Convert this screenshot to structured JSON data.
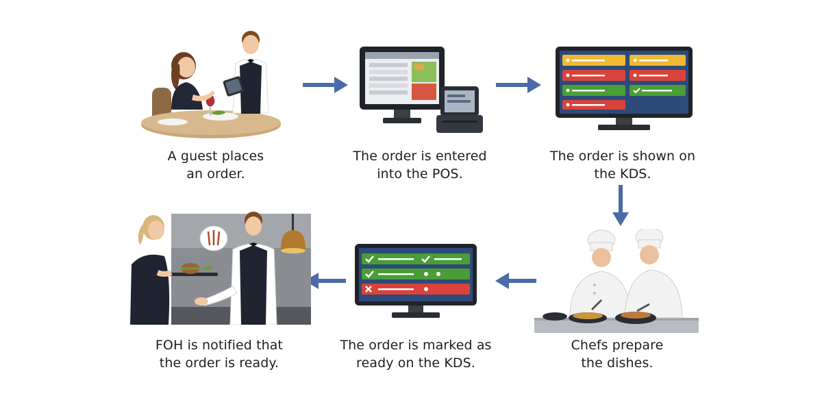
{
  "colors": {
    "arrow": "#4a6aa8",
    "kds_bg": "#2e4a7a",
    "kds_yellow": "#f0b932",
    "kds_red": "#d9433a",
    "kds_green": "#4a9e36",
    "monitor_frame": "#1f2329",
    "vest": "#1f2430",
    "chef_white": "#f2f2f2"
  },
  "steps": [
    {
      "id": "guest-order",
      "line1": "A guest places",
      "line2": "an order."
    },
    {
      "id": "pos-entry",
      "line1": "The order is entered",
      "line2": "into the POS."
    },
    {
      "id": "kds-shown",
      "line1": "The order is shown on",
      "line2": "the KDS."
    },
    {
      "id": "chefs-prepare",
      "line1": "Chefs prepare",
      "line2": "the dishes."
    },
    {
      "id": "kds-ready",
      "line1": "The order is marked as",
      "line2": "ready on the KDS."
    },
    {
      "id": "foh-notified",
      "line1": "FOH is notified that",
      "line2": "the order is ready."
    }
  ],
  "flow": [
    {
      "from": "guest-order",
      "to": "pos-entry",
      "direction": "right"
    },
    {
      "from": "pos-entry",
      "to": "kds-shown",
      "direction": "right"
    },
    {
      "from": "kds-shown",
      "to": "chefs-prepare",
      "direction": "down"
    },
    {
      "from": "chefs-prepare",
      "to": "kds-ready",
      "direction": "left"
    },
    {
      "from": "kds-ready",
      "to": "foh-notified",
      "direction": "left"
    }
  ]
}
